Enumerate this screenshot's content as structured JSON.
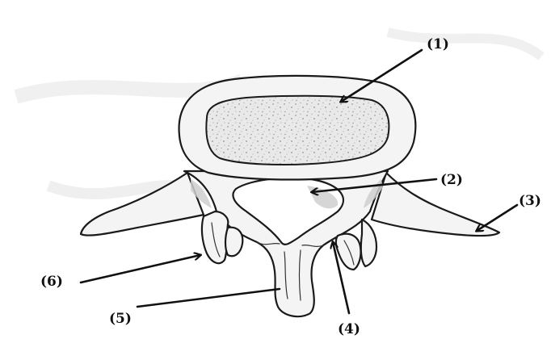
{
  "figure": {
    "callouts": [
      {
        "id": "1",
        "text": "(1)"
      },
      {
        "id": "2",
        "text": "(2)"
      },
      {
        "id": "3",
        "text": "(3)"
      },
      {
        "id": "4",
        "text": "(4)"
      },
      {
        "id": "5",
        "text": "(5)"
      },
      {
        "id": "6",
        "text": "(6)"
      }
    ]
  },
  "colors": {
    "ink": "#111111",
    "bone_fill": "#f4f4f4",
    "cancellous_fill": "#e6e6e6",
    "background": "#ffffff"
  }
}
